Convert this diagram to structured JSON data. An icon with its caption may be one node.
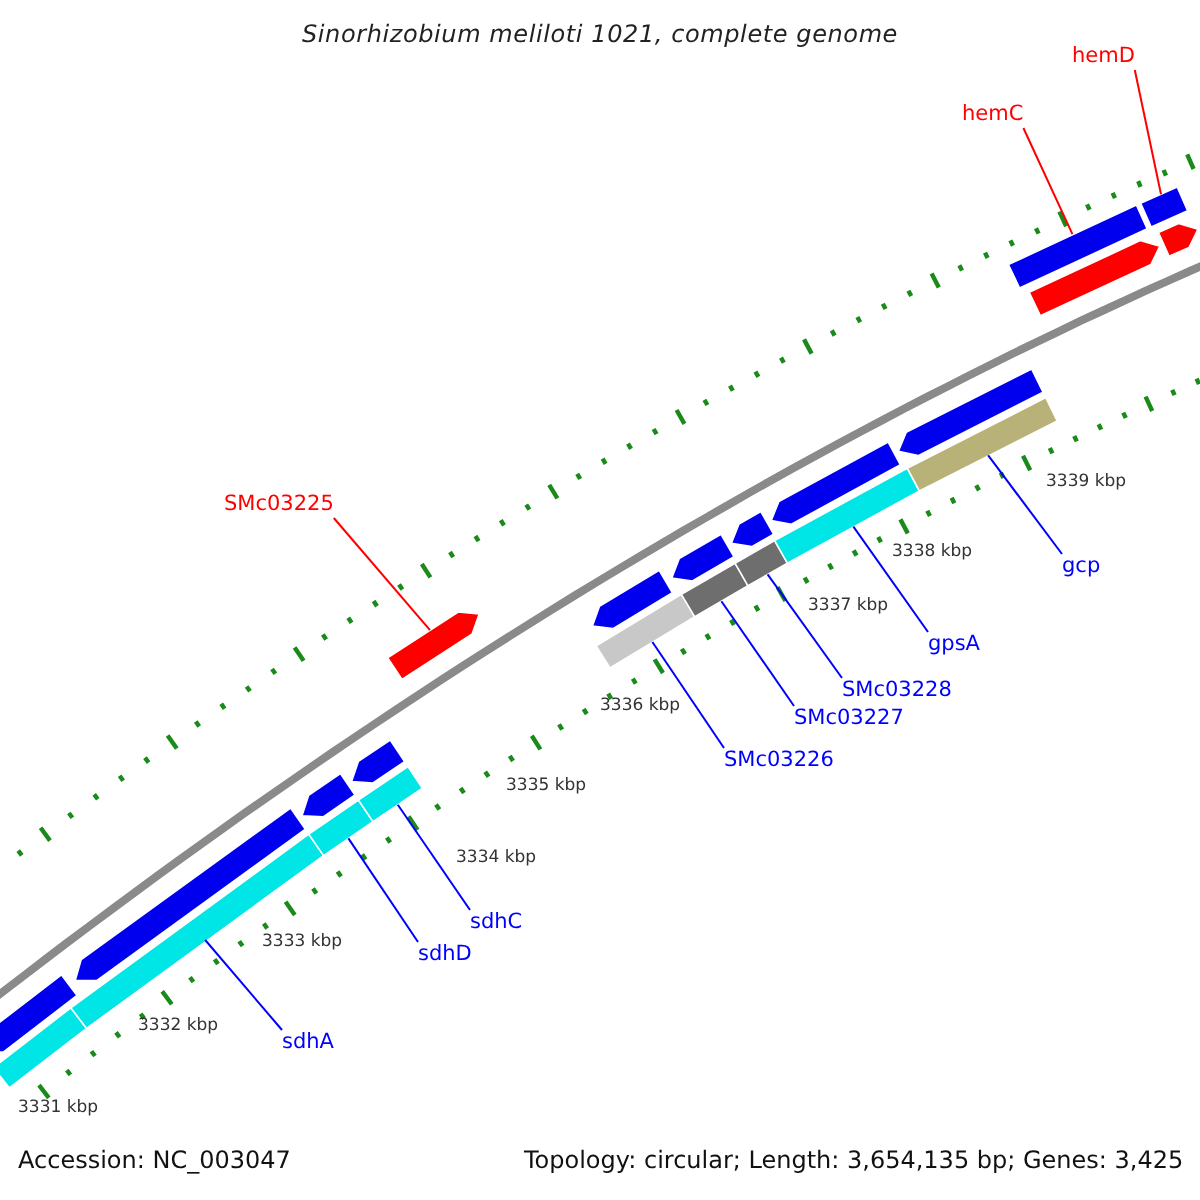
{
  "diagram": {
    "title": "Sinorhizobium meliloti 1021, complete genome",
    "nodes": [
      {
        "text": [
          "hemD"
        ]
      },
      {
        "text": [
          "hemC"
        ]
      },
      {
        "text": [
          "SMc03225"
        ]
      },
      {
        "text": [
          "gcp"
        ]
      },
      {
        "text": [
          "gpsA"
        ]
      },
      {
        "text": [
          "SMc03228"
        ]
      },
      {
        "text": [
          "SMc03227"
        ]
      },
      {
        "text": [
          "SMc03226"
        ]
      },
      {
        "text": [
          "sdhC"
        ]
      },
      {
        "text": [
          "sdhD"
        ]
      },
      {
        "text": [
          "sdhA"
        ]
      },
      {
        "text": [],
        "shape": "arrow"
      },
      {
        "text": [],
        "shape": "arrow"
      },
      {
        "text": [],
        "shape": "arrow"
      },
      {
        "text": [],
        "shape": "arrow"
      },
      {
        "text": [],
        "shape": "arrow"
      },
      {
        "text": [],
        "shape": "arrow"
      },
      {
        "text": [],
        "shape": "arrow"
      },
      {
        "text": [],
        "shape": "arrow"
      },
      {
        "text": [],
        "shape": "arrow"
      },
      {
        "text": [],
        "shape": "bar"
      },
      {
        "text": [],
        "shape": "bar"
      },
      {
        "text": [],
        "shape": "bar"
      },
      {
        "text": [],
        "shape": "bar"
      },
      {
        "text": [],
        "shape": "bar"
      },
      {
        "text": [],
        "shape": "bar"
      },
      {
        "text": [],
        "shape": "bar"
      },
      {
        "text": [],
        "shape": "bar"
      },
      {
        "text": [],
        "shape": "bar"
      },
      {
        "text": [],
        "shape": "arrow"
      },
      {
        "text": [],
        "shape": "arrow"
      },
      {
        "text": [],
        "shape": "arrow"
      },
      {
        "text": [],
        "shape": "bar"
      },
      {
        "text": [],
        "shape": "bar"
      }
    ],
    "edges": [
      {
        "from": 0,
        "to": 33,
        "arrow": "none",
        "color": "#ff0000"
      },
      {
        "from": 1,
        "to": 32,
        "arrow": "none",
        "color": "#ff0000"
      },
      {
        "from": 2,
        "to": 29,
        "arrow": "none",
        "color": "#ff0000"
      },
      {
        "from": 3,
        "to": 28,
        "arrow": "none"
      },
      {
        "from": 4,
        "to": 27,
        "arrow": "none"
      },
      {
        "from": 5,
        "to": 26,
        "arrow": "none"
      },
      {
        "from": 6,
        "to": 25,
        "arrow": "none"
      },
      {
        "from": 7,
        "to": 24,
        "arrow": "none"
      },
      {
        "from": 8,
        "to": 23,
        "arrow": "none"
      },
      {
        "from": 9,
        "to": 22,
        "arrow": "none"
      },
      {
        "from": 10,
        "to": 21,
        "arrow": "none"
      }
    ],
    "labels": [
      "3339 kbp",
      "3338 kbp",
      "3337 kbp",
      "3336 kbp",
      "3335 kbp",
      "3334 kbp",
      "3333 kbp",
      "3332 kbp",
      "3331 kbp",
      "Accession: NC_003047",
      "Topology: circular; Length: 3,654,135 bp; Genes: 3,425"
    ]
  }
}
